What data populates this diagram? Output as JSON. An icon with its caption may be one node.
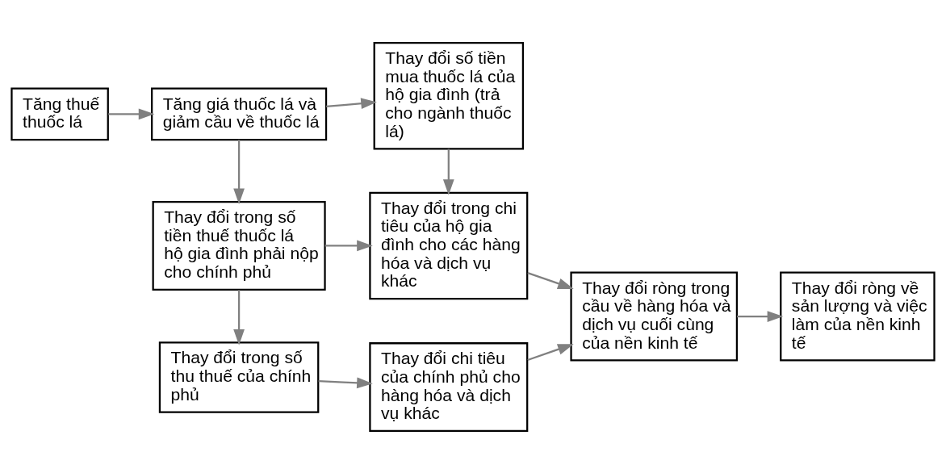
{
  "diagram": {
    "nodes": [
      {
        "text": [
          "Tăng thuế thuốc lá"
        ]
      },
      {
        "text": [
          "Tăng giá thuốc lá và giảm cầu về thuốc lá"
        ]
      },
      {
        "text": [
          "Thay đổi số tiền mua thuốc lá của hộ gia đình (trả cho ngành thuốc lá)"
        ]
      },
      {
        "text": [
          "Thay đổi trong số tiền thuế thuốc lá hộ gia đình phải nộp cho chính phủ"
        ]
      },
      {
        "text": [
          "Thay đổi trong chi tiêu của hộ gia đình cho các hàng hóa và dịch vụ khác"
        ]
      },
      {
        "text": [
          "Thay đổi ròng trong cầu về hàng hóa và dịch vụ cuối cùng của nền kinh tế"
        ]
      },
      {
        "text": [
          "Thay đổi ròng về sản lượng và việc làm của nền kinh tế"
        ]
      },
      {
        "text": [
          "Thay đổi trong số thu thuế của chính phủ"
        ]
      },
      {
        "text": [
          "Thay đổi chi tiêu của chính phủ cho hàng hóa và dịch vụ khác"
        ]
      }
    ],
    "edges": [
      {
        "from": 0,
        "to": 1,
        "arrow": "to"
      },
      {
        "from": 1,
        "to": 2,
        "arrow": "to"
      },
      {
        "from": 1,
        "to": 3,
        "arrow": "to"
      },
      {
        "from": 2,
        "to": 4,
        "arrow": "to"
      },
      {
        "from": 3,
        "to": 4,
        "arrow": "to"
      },
      {
        "from": 4,
        "to": 5,
        "arrow": "to"
      },
      {
        "from": 5,
        "to": 6,
        "arrow": "to"
      },
      {
        "from": 3,
        "to": 7,
        "arrow": "to"
      },
      {
        "from": 7,
        "to": 8,
        "arrow": "to"
      },
      {
        "from": 8,
        "to": 5,
        "arrow": "to"
      }
    ]
  }
}
